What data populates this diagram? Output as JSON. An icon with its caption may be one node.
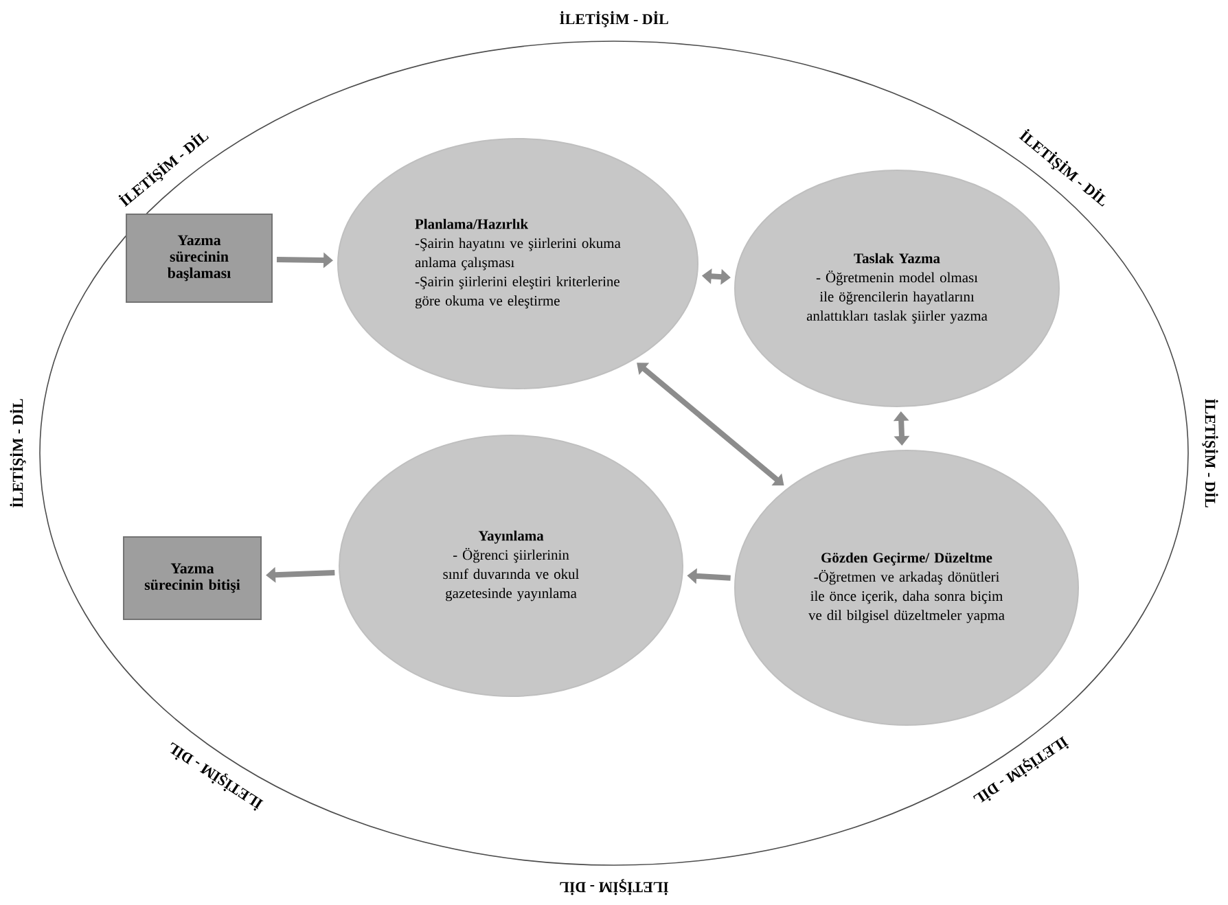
{
  "diagram": {
    "nodes": [
      {
        "text": [],
        "shape": "ellipse"
      },
      {
        "text": [
          "Yazma sürecinin başlaması"
        ],
        "in": 0
      },
      {
        "text": [
          "Planlama/Hazırlık",
          "-Şairin hayatını ve şiirlerini okuma anlama çalışması",
          "-Şairin şiirlerini eleştiri kriterlerine göre okuma ve eleştirme"
        ],
        "in": 0
      },
      {
        "text": [
          "Taslak Yazma",
          "- Öğretmenin model olması ile öğrencilerin hayatlarını anlattıkları taslak şiirler yazma"
        ],
        "in": 0
      },
      {
        "text": [
          "Yazma sürecinin bitişi"
        ],
        "in": 0
      },
      {
        "text": [
          "Yayınlama",
          "- Öğrenci şiirlerinin sınıf duvarında ve okul gazetesinde yayınlama"
        ],
        "in": 0
      },
      {
        "text": [
          "Gözden Geçirme/ Düzeltme",
          "-Öğretmen ve arkadaş dönütleri ile önce içerik, daha sonra biçim ve dil bilgisel düzeltmeler yapma"
        ],
        "in": 0
      }
    ],
    "edges": [
      {
        "from": 1,
        "to": 2,
        "arrow": "to"
      },
      {
        "from": 2,
        "to": 3,
        "arrow": "both"
      },
      {
        "from": 3,
        "to": 6,
        "arrow": "both"
      },
      {
        "from": 2,
        "to": 6,
        "arrow": "both"
      },
      {
        "from": 6,
        "to": 5,
        "arrow": "to"
      },
      {
        "from": 5,
        "to": 4,
        "arrow": "to"
      }
    ],
    "labels": [
      "İLETİŞİM - DİL",
      "İLETİŞİM - DİL",
      "İLETİŞİM - DİL",
      "İLETİŞİM - DİL",
      "İLETİŞİM - DİL",
      "İLETİŞİM - DİL",
      "İLETİŞİM - DİL",
      "İLETİŞİM - DİL"
    ]
  }
}
